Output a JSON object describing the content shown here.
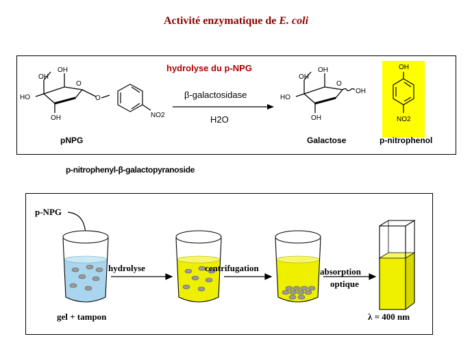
{
  "title": {
    "main": "Activité enzymatique de ",
    "organism": "E. coli"
  },
  "reaction": {
    "label": "hydrolyse du p-NPG",
    "enzyme": "β-galactosidase",
    "water": "H2O",
    "substrate_name": "pNPG",
    "product1_name": "Galactose",
    "product2_name": "p-nitrophenol",
    "atoms": {
      "oh": "OH",
      "ho": "HO",
      "o": "O",
      "no2": "NO2"
    }
  },
  "full_name": "p-nitrophenyl-β-galactopyranoside",
  "protocol": {
    "reagent": "p-NPG",
    "step1": "hydrolyse",
    "step2": "centrifugation",
    "step3_line1": "absorption",
    "step3_line2": "optique",
    "start_label": "gel + tampon",
    "wavelength": "λ = 400 nm"
  },
  "colors": {
    "title": "#8b0000",
    "highlight": "#ffff00",
    "gel_blue": "#a9d6ee",
    "yellow_solution": "#eef000",
    "bead": "#9a9a9a"
  }
}
